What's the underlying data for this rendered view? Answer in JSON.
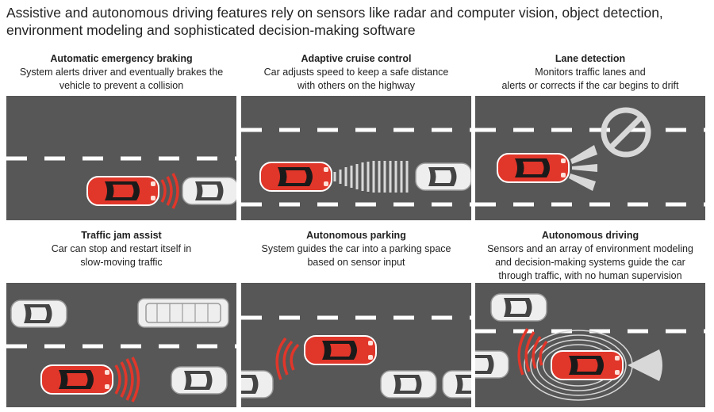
{
  "headline": "Assistive and autonomous driving features rely on sensors like radar and computer vision, object detection, environment modeling and sophisticated decision-making software",
  "features": [
    {
      "title": "Automatic emergency braking",
      "desc": "System alerts driver and eventually brakes the\nvehicle to prevent a collision"
    },
    {
      "title": "Adaptive cruise control",
      "desc": "Car adjusts speed to keep a safe distance\nwith others on the highway"
    },
    {
      "title": "Lane detection",
      "desc": "Monitors traffic lanes and\nalerts or corrects if the car begins to drift"
    },
    {
      "title": "Traffic jam assist",
      "desc": "Car can stop and restart itself in\nslow-moving traffic"
    },
    {
      "title": "Autonomous parking",
      "desc": "System guides the car into a parking space\nbased on sensor input"
    },
    {
      "title": "Autonomous driving",
      "desc": "Sensors and an array of environment modeling\nand decision-making systems guide the car\nthrough traffic, with no human supervision"
    }
  ],
  "colors": {
    "road": "#575757",
    "lane_marking": "#ffffff",
    "ego_car": "#e1362a",
    "other_car": "#eeeeee",
    "sensor": "#d8d8d8"
  },
  "icons": [
    "red-car-icon",
    "white-car-icon",
    "bus-icon",
    "radar-wave-icon",
    "no-entry-sign-icon"
  ]
}
